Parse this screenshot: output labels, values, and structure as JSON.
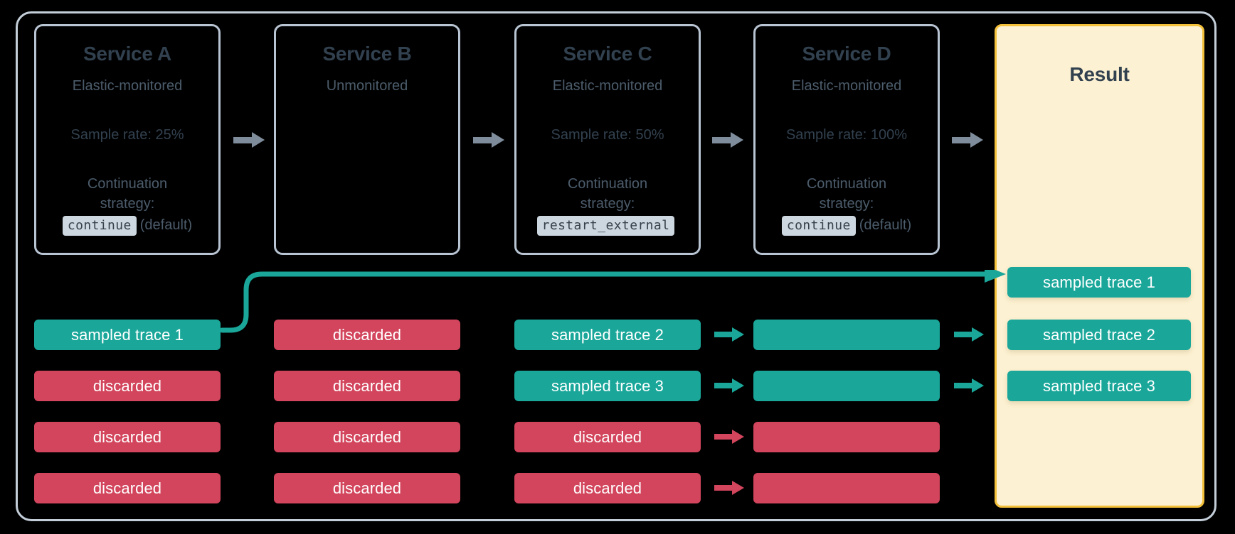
{
  "colors": {
    "teal": "#1aa79a",
    "red": "#d2455c",
    "gray_arrow": "#7e8c9c",
    "result_bg": "#fcf1d2",
    "result_border": "#f3c03a",
    "card_border": "#b8c4d2",
    "text_dark": "#32414f",
    "badge_bg": "#cdd7e0",
    "background": "#000000"
  },
  "services": [
    {
      "title": "Service A",
      "monitoring": "Elastic-monitored",
      "sample_rate": "Sample rate: 25%",
      "strategy_label_line1": "Continuation",
      "strategy_label_line2": "strategy:",
      "strategy_value": "continue",
      "strategy_note": "(default)"
    },
    {
      "title": "Service B",
      "monitoring": "Unmonitored",
      "sample_rate": "",
      "strategy_label_line1": "",
      "strategy_label_line2": "",
      "strategy_value": "",
      "strategy_note": ""
    },
    {
      "title": "Service C",
      "monitoring": "Elastic-monitored",
      "sample_rate": "Sample rate: 50%",
      "strategy_label_line1": "Continuation",
      "strategy_label_line2": "strategy:",
      "strategy_value": "restart_external",
      "strategy_note": ""
    },
    {
      "title": "Service D",
      "monitoring": "Elastic-monitored",
      "sample_rate": "Sample rate: 100%",
      "strategy_label_line1": "Continuation",
      "strategy_label_line2": "strategy:",
      "strategy_value": "continue",
      "strategy_note": "(default)"
    }
  ],
  "result": {
    "title": "Result",
    "traces": [
      "sampled trace 1",
      "sampled trace 2",
      "sampled trace 3"
    ]
  },
  "trace_columns": [
    {
      "service": "Service A",
      "rows": [
        {
          "label": "sampled trace 1",
          "state": "sampled"
        },
        {
          "label": "discarded",
          "state": "discarded"
        },
        {
          "label": "discarded",
          "state": "discarded"
        },
        {
          "label": "discarded",
          "state": "discarded"
        }
      ]
    },
    {
      "service": "Service B",
      "rows": [
        {
          "label": "discarded",
          "state": "discarded"
        },
        {
          "label": "discarded",
          "state": "discarded"
        },
        {
          "label": "discarded",
          "state": "discarded"
        },
        {
          "label": "discarded",
          "state": "discarded"
        }
      ]
    },
    {
      "service": "Service C",
      "rows": [
        {
          "label": "sampled trace 2",
          "state": "sampled"
        },
        {
          "label": "sampled trace 3",
          "state": "sampled"
        },
        {
          "label": "discarded",
          "state": "discarded"
        },
        {
          "label": "discarded",
          "state": "discarded"
        }
      ]
    },
    {
      "service": "Service D",
      "rows": [
        {
          "label": "",
          "state": "sampled"
        },
        {
          "label": "",
          "state": "sampled"
        },
        {
          "label": "",
          "state": "discarded"
        },
        {
          "label": "",
          "state": "discarded"
        }
      ]
    }
  ]
}
